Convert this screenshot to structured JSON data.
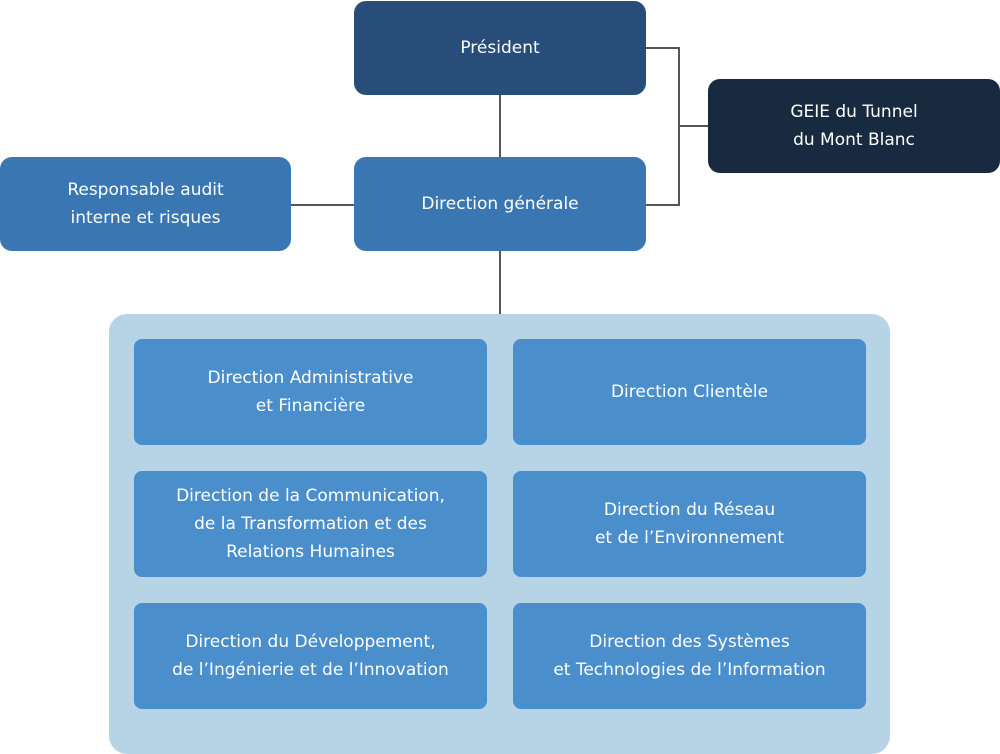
{
  "president": "Président",
  "direction_generale": "Direction générale",
  "audit": "Responsable audit\ninterne et risques",
  "geie": "GEIE du Tunnel\ndu Mont Blanc",
  "directions": [
    "Direction Administrative\net Financière",
    "Direction Clientèle",
    "Direction de la Communication,\nde la Transformation et des\nRelations Humaines",
    "Direction du Réseau\net de l’Environnement",
    "Direction du Développement,\nde l’Ingénierie et de l’Innovation",
    "Direction des Systèmes\net Technologies de l’Information"
  ],
  "colors": {
    "president": "#284d78",
    "direction_generale": "#3a76b1",
    "geie": "#182a40",
    "directions": "#4a8ecb",
    "container": "#b7d4e6"
  }
}
